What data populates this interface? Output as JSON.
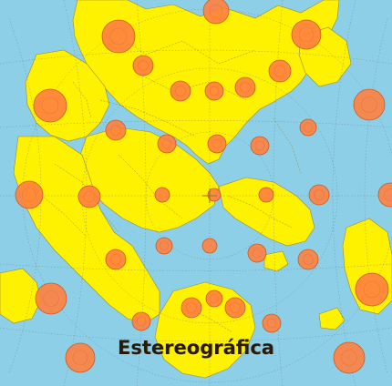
{
  "map": {
    "projection_label": "Estereográfica",
    "colors": {
      "ocean": "#8dcfe6",
      "land": "#fff200",
      "border": "#9a8a3a",
      "graticule": "#6b7f8c",
      "indicatrix_fill": "#ff8040",
      "indicatrix_stroke": "#cc5a20",
      "indicatrix_circle": "#e06a30",
      "cross": "#8a7040"
    },
    "layers": [
      "ocean",
      "land",
      "country-borders",
      "graticule",
      "tissot-indicatrices"
    ]
  }
}
